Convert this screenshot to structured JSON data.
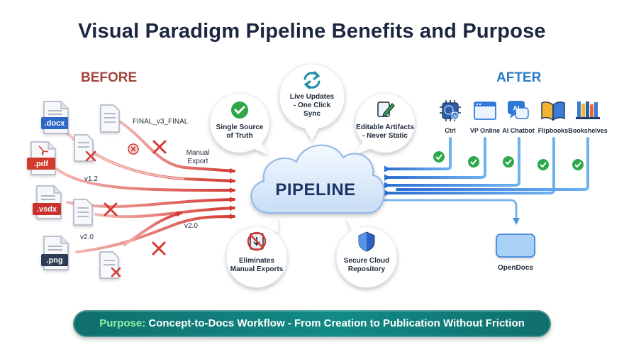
{
  "title": "Visual Paradigm Pipeline Benefits and Purpose",
  "before": {
    "label": "BEFORE",
    "files": [
      {
        "ext": ".docx",
        "color": "#2f67c6"
      },
      {
        "ext": ".pdf",
        "color": "#d03a2f"
      },
      {
        "ext": ".vsdx",
        "color": "#c8332b"
      },
      {
        "ext": ".png",
        "color": "#2e3a55"
      }
    ],
    "annotations": {
      "final": "FINAL_v3_FINAL",
      "manual_export": "Manual\nExport",
      "v12": "v1.2",
      "v20_left": "v2.0",
      "v20_right": "v2.0"
    }
  },
  "benefits": {
    "live_updates": "Live Updates\n- One Click\nSync",
    "single_source": "Single Source\nof Truth",
    "editable": "Editable Artifacts\n- Never Static",
    "eliminates": "Eliminates\nManual Exports",
    "secure": "Secure Cloud\nRepository"
  },
  "pipeline": {
    "label": "PIPELINE"
  },
  "after": {
    "label": "AFTER",
    "tools": [
      {
        "label": "Ctrl",
        "icon": "ai-chip-icon"
      },
      {
        "label": "VP Online",
        "icon": "browser-window-icon"
      },
      {
        "label": "AI Chatbot",
        "icon": "chat-bubble-icon"
      },
      {
        "label": "Flipbooks",
        "icon": "open-book-icon"
      },
      {
        "label": "Bookshelves",
        "icon": "bookshelf-icon"
      }
    ],
    "opendocs": "OpenDocs",
    "icon_text": {
      "ai_chip": "AI",
      "ai_chat": "AI"
    }
  },
  "purpose": {
    "prefix": "Purpose:",
    "text": "Concept-to-Docs Workflow - From Creation to Publication Without Friction"
  },
  "colors": {
    "before": "#a5433c",
    "after": "#2a7cc7",
    "red_arrow": "#d73c36",
    "blue_arrow": "#2f79d6",
    "check_green": "#2ea84a",
    "banner": "#0f6f6d"
  }
}
